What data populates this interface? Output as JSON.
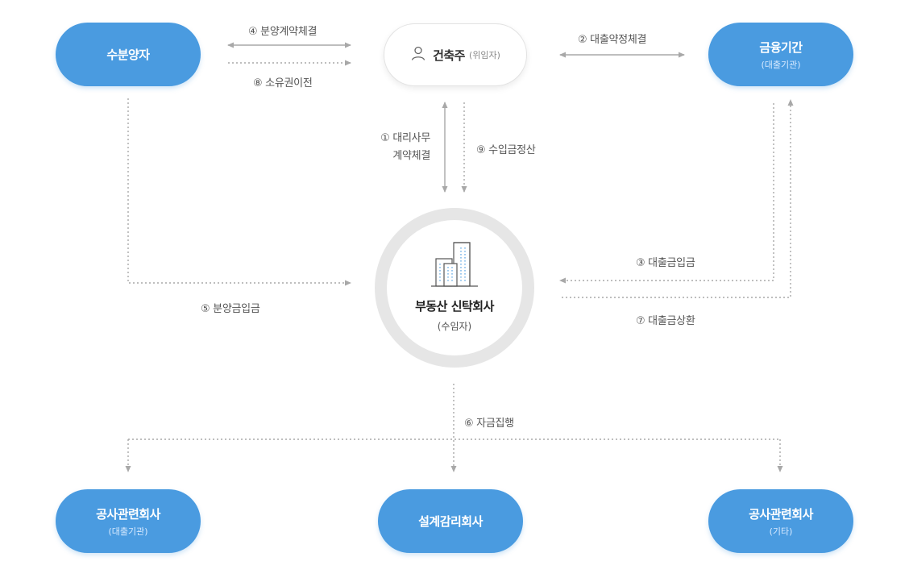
{
  "nodes": {
    "buyer": {
      "title": "수분양자"
    },
    "owner": {
      "title": "건축주",
      "sub": "(위임자)"
    },
    "bank": {
      "title": "금융기간",
      "sub": "(대출기관)"
    },
    "trust": {
      "title": "부동산 신탁회사",
      "sub": "(수임자)"
    },
    "construction_left": {
      "title": "공사관련회사",
      "sub": "(대출기관)"
    },
    "design": {
      "title": "설계감리회사"
    },
    "construction_right": {
      "title": "공사관련회사",
      "sub": "(기타)"
    }
  },
  "edges": [
    {
      "label_line1": "① 대리사무",
      "label_line2": "계약체결",
      "style": "solid"
    },
    {
      "label": "② 대출약정체결",
      "style": "solid"
    },
    {
      "label": "③ 대출금입금",
      "style": "dotted"
    },
    {
      "label": "④ 분양계약체결",
      "style": "solid"
    },
    {
      "label": "⑤ 분양금입금",
      "style": "dotted"
    },
    {
      "label": "⑥ 자금집행",
      "style": "dotted"
    },
    {
      "label": "⑦ 대출금상환",
      "style": "dotted"
    },
    {
      "label": "⑧ 소유권이전",
      "style": "dotted"
    },
    {
      "label": "⑨ 수입금정산",
      "style": "dotted"
    }
  ],
  "colors": {
    "node_fill": "#4a9be0",
    "line": "#aaaaaa",
    "ring": "#e6e6e6"
  },
  "icons": {
    "owner": "person-icon",
    "trust": "building-icon"
  }
}
